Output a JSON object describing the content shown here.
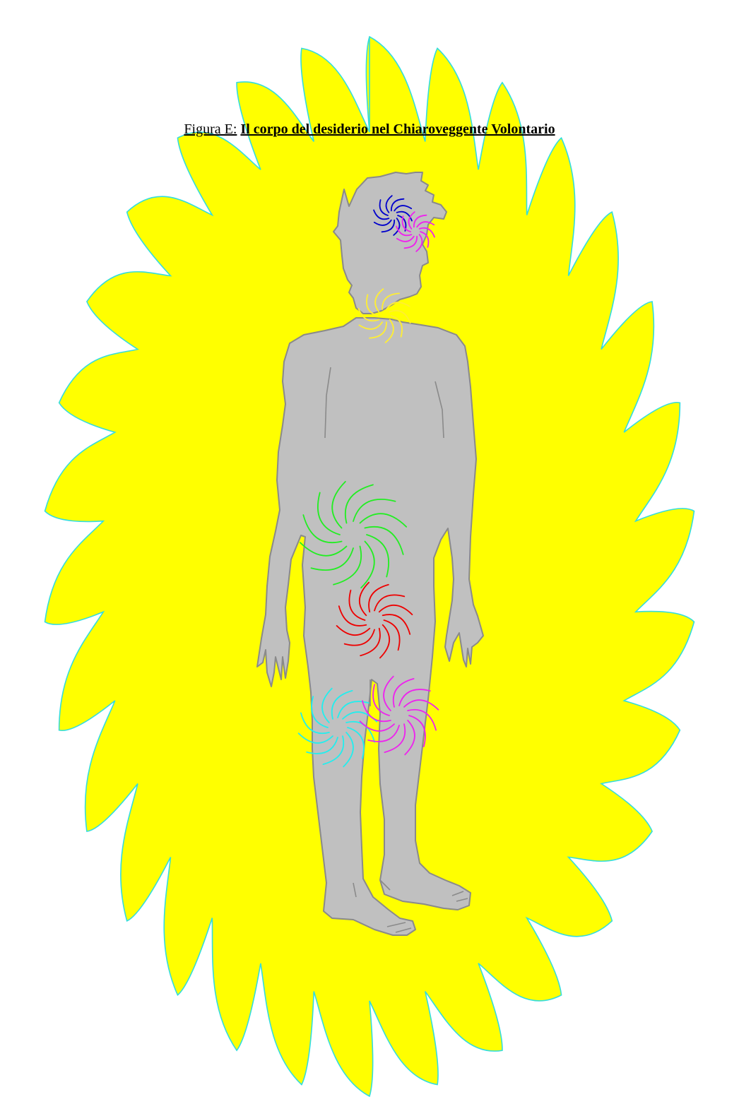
{
  "figure": {
    "label": "Figura E:",
    "title": "Il corpo del desiderio nel Chiaroveggente Volontario"
  },
  "colors": {
    "aura_fill": "#ffff00",
    "aura_stroke": "#33dddd",
    "body_fill": "#c0c0c0",
    "body_stroke": "#8a8a8a"
  },
  "vortices": [
    {
      "name": "vortex-crown-blue",
      "color": "#0000cc"
    },
    {
      "name": "vortex-brow-magenta",
      "color": "#ee22ee"
    },
    {
      "name": "vortex-throat-yellow",
      "color": "#ffee33"
    },
    {
      "name": "vortex-solar-green",
      "color": "#22ee22"
    },
    {
      "name": "vortex-sacral-red",
      "color": "#ee0000"
    },
    {
      "name": "vortex-knee-cyan",
      "color": "#22eeee"
    },
    {
      "name": "vortex-knee-magenta",
      "color": "#ee22ee"
    }
  ]
}
